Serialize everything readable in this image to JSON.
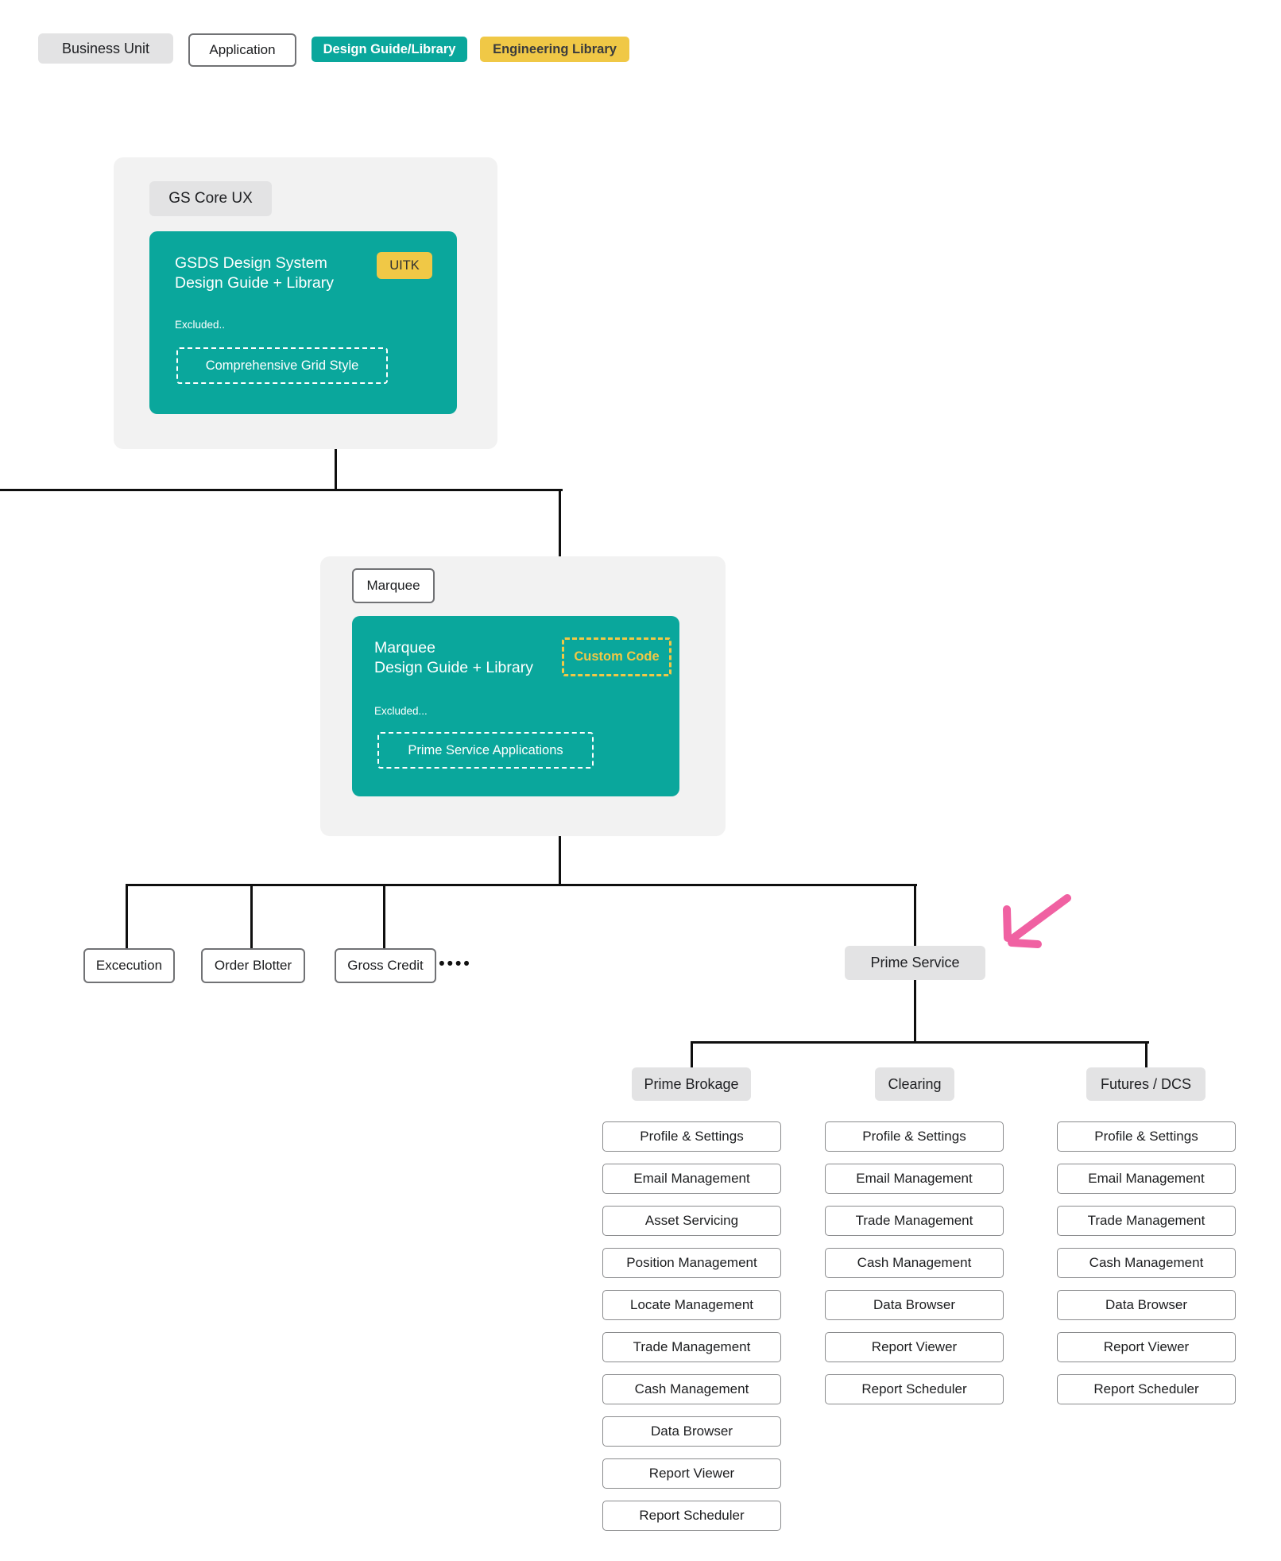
{
  "legend": {
    "items": [
      {
        "label": "Business Unit",
        "type": "business-unit"
      },
      {
        "label": "Application",
        "type": "application"
      },
      {
        "label": "Design Guide/Library",
        "type": "design-guide-library"
      },
      {
        "label": "Engineering Library",
        "type": "engineering-library"
      }
    ]
  },
  "colors": {
    "teal": "#0AA79C",
    "yellow": "#F0C846",
    "chip_gray": "#E3E3E4",
    "container_gray": "#F2F2F2",
    "pink_arrow": "#F061A2",
    "line_black": "#0F0F0F"
  },
  "gs_core": {
    "unit_label": "GS Core UX",
    "card": {
      "title_line1": "GSDS Design System",
      "title_line2": "Design Guide + Library",
      "badge": "UITK",
      "excluded_label": "Excluded..",
      "excluded_item": "Comprehensive Grid Style"
    }
  },
  "marquee": {
    "app_label": "Marquee",
    "card": {
      "title_line1": "Marquee",
      "title_line2": "Design Guide + Library",
      "badge": "Custom Code",
      "excluded_label": "Excluded...",
      "excluded_item": "Prime Service Applications"
    }
  },
  "applications_row": {
    "items": [
      "Excecution",
      "Order Blotter",
      "Gross Credit"
    ],
    "ellipsis": "••••",
    "highlighted_unit": "Prime Service"
  },
  "groups": [
    {
      "label": "Prime Brokage",
      "items": [
        "Profile & Settings",
        "Email Management",
        "Asset Servicing",
        "Position Management",
        "Locate Management",
        "Trade Management",
        "Cash Management",
        "Data Browser",
        "Report Viewer",
        "Report Scheduler"
      ]
    },
    {
      "label": "Clearing",
      "items": [
        "Profile & Settings",
        "Email Management",
        "Trade Management",
        "Cash Management",
        "Data Browser",
        "Report Viewer",
        "Report Scheduler"
      ]
    },
    {
      "label": "Futures / DCS",
      "items": [
        "Profile & Settings",
        "Email Management",
        "Trade Management",
        "Cash Management",
        "Data Browser",
        "Report Viewer",
        "Report Scheduler"
      ]
    }
  ]
}
